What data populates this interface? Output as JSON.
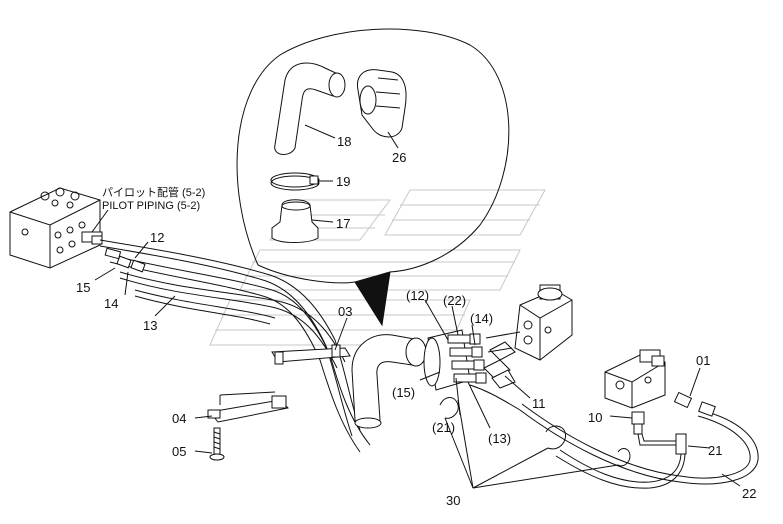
{
  "callout": {
    "jp": "パイロット配管 (5-2)",
    "en": "PILOT PIPING (5-2)"
  },
  "labels": {
    "l18": "18",
    "l26": "26",
    "l19": "19",
    "l17": "17",
    "l12": "12",
    "l15": "15",
    "l14": "14",
    "l13": "13",
    "l03": "03",
    "l04": "04",
    "l05": "05",
    "p12": "(12)",
    "p22": "(22)",
    "p14": "(14)",
    "p15": "(15)",
    "p21": "(21)",
    "p13": "(13)",
    "l11": "11",
    "l01": "01",
    "l10": "10",
    "l21": "21",
    "l22": "22",
    "l30": "30"
  }
}
